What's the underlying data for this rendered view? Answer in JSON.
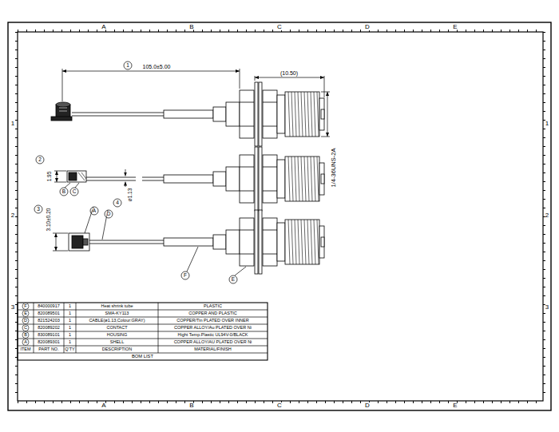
{
  "diagram": {
    "labels": [
      "A",
      "B",
      "C",
      "D",
      "E",
      "A",
      "B",
      "C",
      "D",
      "E",
      "1",
      "2",
      "3",
      "1",
      "2",
      "3",
      "1",
      "105.0±5.00",
      "(10.50)",
      "1/4-36UNS-2A",
      "2",
      "1.95",
      "B",
      "C",
      "4",
      "ø1.13",
      "3",
      "3.10±0.20",
      "A",
      "D",
      "F",
      "E",
      "F",
      "840000917",
      "1",
      "Heat shrink tube",
      "PLASTIC",
      "E",
      "820089501",
      "1",
      "SMA-KY113",
      "COPPER AND PLASTIC",
      "D",
      "821524203",
      "1",
      "CABLE(ø1.13,Colour:GRAY)",
      "COPPER/Tin PLATED OVER INNER",
      "C",
      "820089202",
      "1",
      "CONTACT",
      "COPPER ALLOY/Au PLATED OVER Ni",
      "B",
      "830089101",
      "1",
      "HOUSING",
      "Hight Temp.Plastic UL94V-0/BLACK",
      "A",
      "820089301",
      "1",
      "SHELL",
      "COPPER ALLOY/AU PLATED OVER Ni",
      "ITEM",
      "PART NO.",
      "Q'TY",
      "DESCRIPTION",
      "MATERIAL/FINISH",
      "BOM LIST"
    ]
  }
}
